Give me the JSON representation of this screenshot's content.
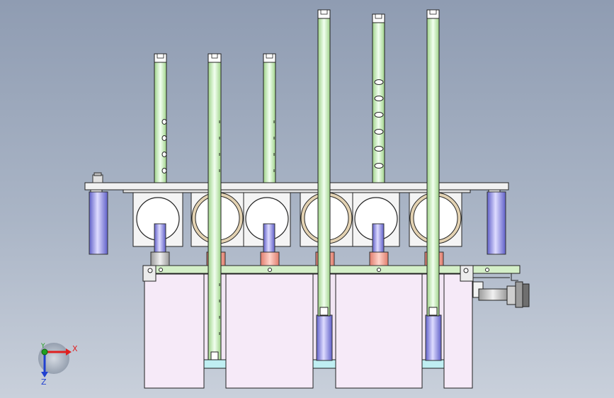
{
  "scene": {
    "background_top": "#8f9cb2",
    "background_bottom": "#c9d0db",
    "colors": {
      "pipe_green": "#c8ecb8",
      "pipe_blue": "#8e8ee6",
      "pipe_salmon": "#f0a294",
      "body_pink": "#f6eaf8",
      "plate_light": "#f1f1f1",
      "tray_cyan": "#bfeef2",
      "ring_gold": "#e3d2b2",
      "rail_green": "#d4efc8"
    }
  },
  "triad": {
    "x_label": "X",
    "y_label": "Y",
    "z_label": "Z",
    "x_color": "#e02020",
    "y_color": "#20a020",
    "z_color": "#2040d0"
  }
}
